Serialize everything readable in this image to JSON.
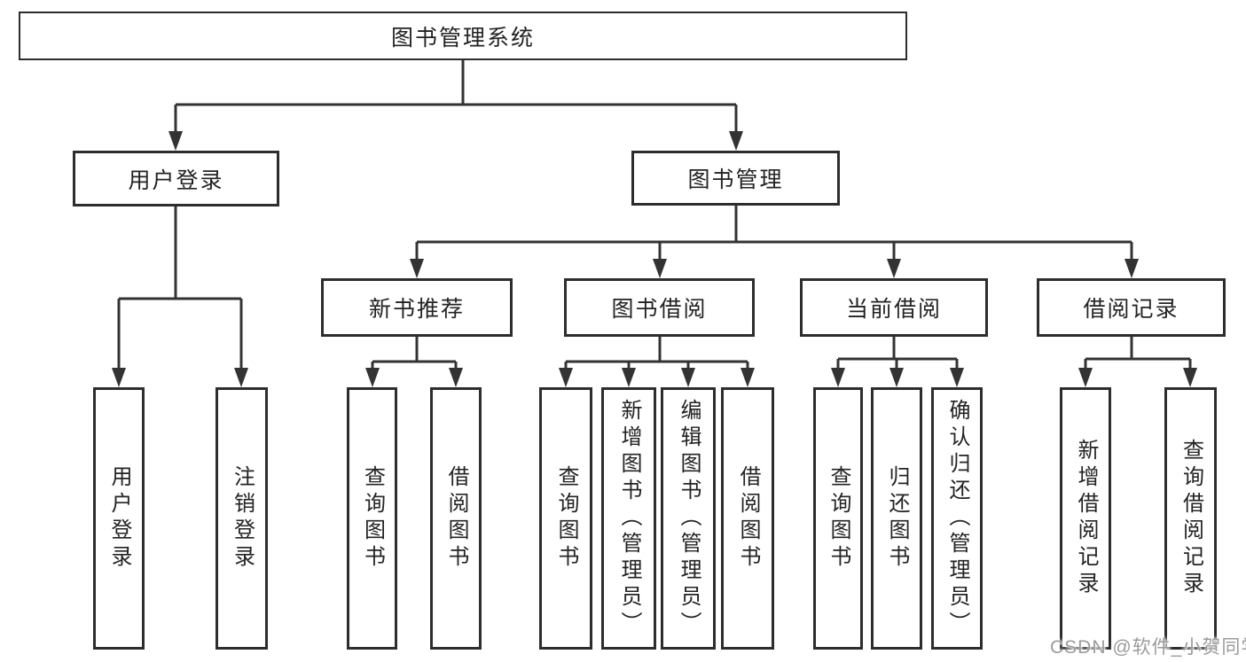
{
  "tree": {
    "root": {
      "label": "图书管理系统"
    },
    "level2": [
      {
        "id": "user-login",
        "label": "用户登录"
      },
      {
        "id": "book-management",
        "label": "图书管理"
      }
    ],
    "level3": [
      {
        "id": "new-book-recommend",
        "label": "新书推荐",
        "parent": "book-management"
      },
      {
        "id": "book-borrow",
        "label": "图书借阅",
        "parent": "book-management"
      },
      {
        "id": "current-borrow",
        "label": "当前借阅",
        "parent": "book-management"
      },
      {
        "id": "borrow-record",
        "label": "借阅记录",
        "parent": "book-management"
      }
    ],
    "leaves": [
      {
        "label": "用户登录",
        "parent": "user-login"
      },
      {
        "label": "注销登录",
        "parent": "user-login"
      },
      {
        "label": "查询图书",
        "parent": "new-book-recommend"
      },
      {
        "label": "借阅图书",
        "parent": "new-book-recommend"
      },
      {
        "label": "查询图书",
        "parent": "book-borrow"
      },
      {
        "label": "新增图书（管理员）",
        "parent": "book-borrow"
      },
      {
        "label": "编辑图书（管理员）",
        "parent": "book-borrow"
      },
      {
        "label": "借阅图书",
        "parent": "book-borrow"
      },
      {
        "label": "查询图书",
        "parent": "current-borrow"
      },
      {
        "label": "归还图书",
        "parent": "current-borrow"
      },
      {
        "label": "确认归还（管理员）",
        "parent": "current-borrow"
      },
      {
        "label": "新增借阅记录",
        "parent": "borrow-record"
      },
      {
        "label": "查询借阅记录",
        "parent": "borrow-record"
      }
    ]
  },
  "watermark": {
    "text": "CSDN @软件_小贺同学"
  },
  "colors": {
    "line": "#333333",
    "border": "#2d2d2d",
    "text": "#232323",
    "watermark": "#9b9b9b",
    "background": "#ffffff"
  }
}
